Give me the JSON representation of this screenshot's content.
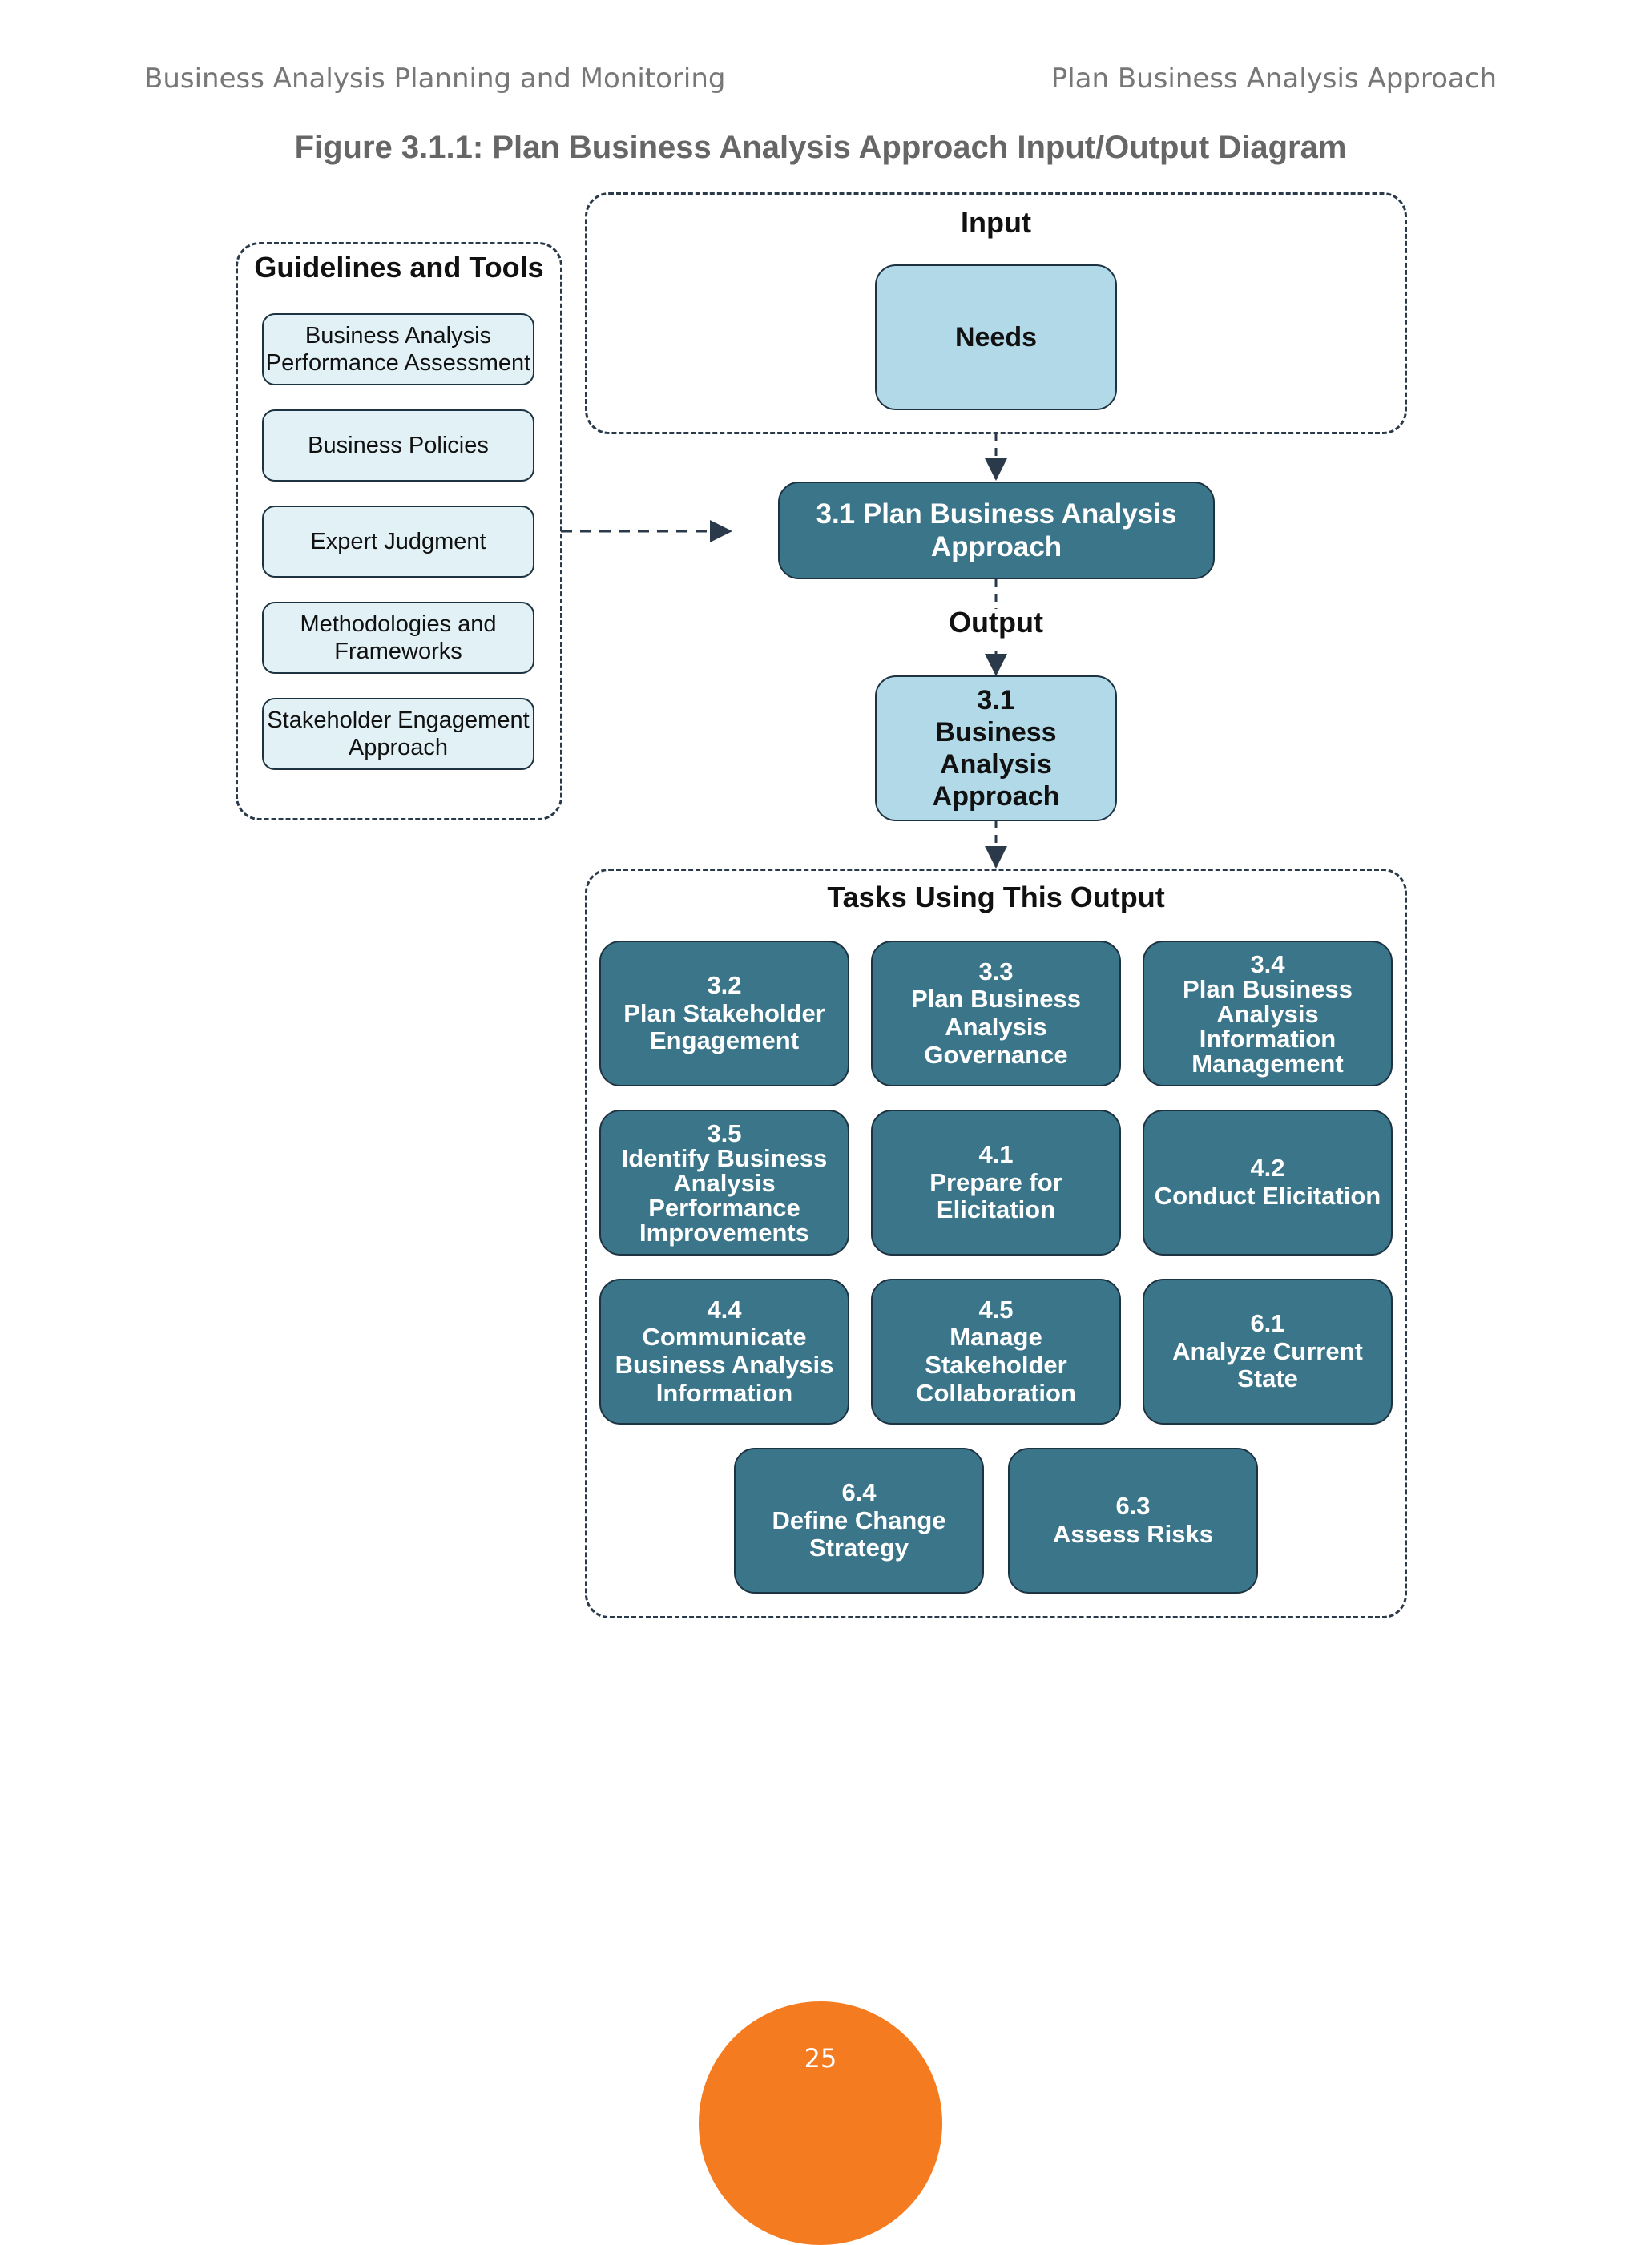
{
  "header": {
    "left": "Business Analysis Planning and Monitoring",
    "right": "Plan Business Analysis Approach"
  },
  "figure_title": "Figure 3.1.1: Plan Business Analysis Approach Input/Output Diagram",
  "guidelines": {
    "title": "Guidelines and Tools",
    "items": [
      "Business Analysis\nPerformance Assessment",
      "Business Policies",
      "Expert Judgment",
      "Methodologies and\nFrameworks",
      "Stakeholder Engagement\nApproach"
    ]
  },
  "input": {
    "title": "Input",
    "items": [
      "Needs"
    ]
  },
  "task": {
    "label": "3.1 Plan Business Analysis\nApproach"
  },
  "output": {
    "title": "Output",
    "item": "3.1\nBusiness Analysis\nApproach"
  },
  "tasks_using": {
    "title": "Tasks Using This Output",
    "items": [
      "3.2\nPlan Stakeholder\nEngagement",
      "3.3\nPlan Business\nAnalysis\nGovernance",
      "3.4\nPlan Business\nAnalysis\nInformation\nManagement",
      "3.5\nIdentify Business\nAnalysis\nPerformance\nImprovements",
      "4.1\nPrepare for\nElicitation",
      "4.2\nConduct Elicitation",
      "4.4\nCommunicate\nBusiness Analysis\nInformation",
      "4.5\nManage\nStakeholder\nCollaboration",
      "6.1\nAnalyze Current\nState",
      "6.4\nDefine Change\nStrategy",
      "6.3\nAssess Risks"
    ]
  },
  "page_number": "25",
  "colors": {
    "dark_teal": "#3b7589",
    "light_blue": "#b2d9e8",
    "pale_blue": "#e2f1f5",
    "orange": "#f47b20"
  }
}
